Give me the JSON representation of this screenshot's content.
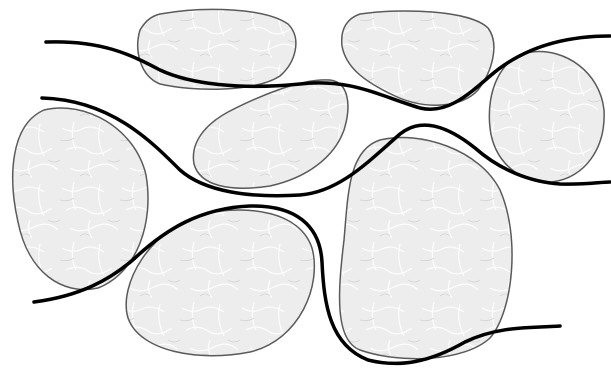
{
  "colors": {
    "background": "#ffffff",
    "particle_fill": "#ededed",
    "particle_outline": "#5a5a5a",
    "particle_texture": "#ffffff",
    "channel_line": "#000000"
  },
  "particles": [
    {
      "id": "particle-top-left"
    },
    {
      "id": "particle-top-middle"
    },
    {
      "id": "particle-right"
    },
    {
      "id": "particle-center-elongated"
    },
    {
      "id": "particle-left-large"
    },
    {
      "id": "particle-bottom-center"
    },
    {
      "id": "particle-bottom-right-large"
    }
  ],
  "channels": [
    {
      "id": "channel-line-top"
    },
    {
      "id": "channel-line-middle"
    },
    {
      "id": "channel-line-bottom"
    }
  ]
}
